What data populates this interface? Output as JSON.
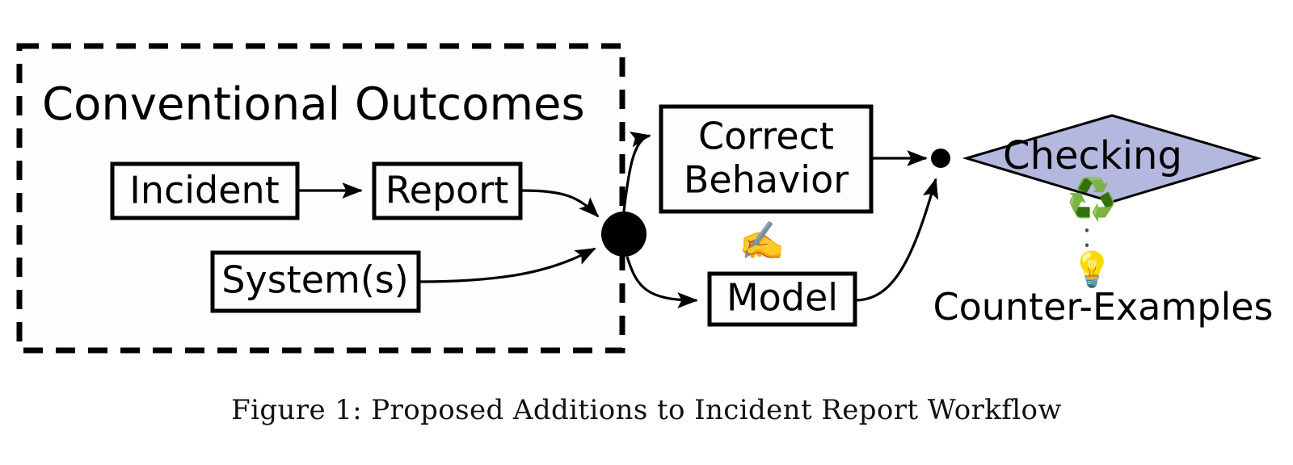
{
  "figure": {
    "caption": "Figure 1: Proposed Additions to Incident Report Workflow",
    "background_color": "#ffffff"
  },
  "diagram": {
    "type": "flow-diagram",
    "group": {
      "title": "Conventional Outcomes",
      "border_style": "dashed",
      "border_color": "#000000"
    },
    "nodes": [
      {
        "id": "incident",
        "label": "Incident",
        "shape": "rectangle",
        "fill": "#fdfdfd",
        "stroke": "#000000"
      },
      {
        "id": "report",
        "label": "Report",
        "shape": "rectangle",
        "fill": "#fdfdfd",
        "stroke": "#000000"
      },
      {
        "id": "systems",
        "label": "System(s)",
        "shape": "rectangle",
        "fill": "#fdfdfd",
        "stroke": "#000000"
      },
      {
        "id": "correct-behavior",
        "label_line1": "Correct",
        "label_line2": "Behavior",
        "shape": "rectangle",
        "fill": "#fdfdfd",
        "stroke": "#000000"
      },
      {
        "id": "model",
        "label": "Model",
        "shape": "rectangle",
        "fill": "#fdfdfd",
        "stroke": "#000000"
      },
      {
        "id": "checking",
        "label": "Checking",
        "shape": "diamond",
        "fill": "#b4b8de",
        "stroke": "#000000"
      }
    ],
    "junctions": [
      {
        "id": "main-junction",
        "shape": "filled-circle",
        "color": "#000000"
      },
      {
        "id": "checking-junction",
        "shape": "filled-circle",
        "color": "#000000"
      }
    ],
    "edges": [
      {
        "from": "incident",
        "to": "report",
        "style": "solid-arrow"
      },
      {
        "from": "report",
        "to": "main-junction",
        "style": "solid-arrow"
      },
      {
        "from": "systems",
        "to": "main-junction",
        "style": "solid-arrow"
      },
      {
        "from": "main-junction",
        "to": "correct-behavior",
        "style": "solid-arrow"
      },
      {
        "from": "main-junction",
        "to": "model",
        "style": "solid-arrow"
      },
      {
        "from": "correct-behavior",
        "to": "checking-junction",
        "style": "solid-arrow"
      },
      {
        "from": "model",
        "to": "checking-junction",
        "style": "solid-arrow"
      },
      {
        "from": "checking",
        "to": "counter-examples",
        "style": "dotted"
      }
    ],
    "annotations": [
      {
        "id": "counter-examples",
        "label": "Counter-Examples"
      }
    ],
    "emojis": [
      {
        "id": "writing-hand",
        "glyph": "✍️",
        "name": "writing-hand-emoji"
      },
      {
        "id": "recycle",
        "glyph": "♻️",
        "name": "recycle-emoji"
      },
      {
        "id": "light-bulb",
        "glyph": "💡",
        "name": "light-bulb-emoji"
      }
    ]
  }
}
